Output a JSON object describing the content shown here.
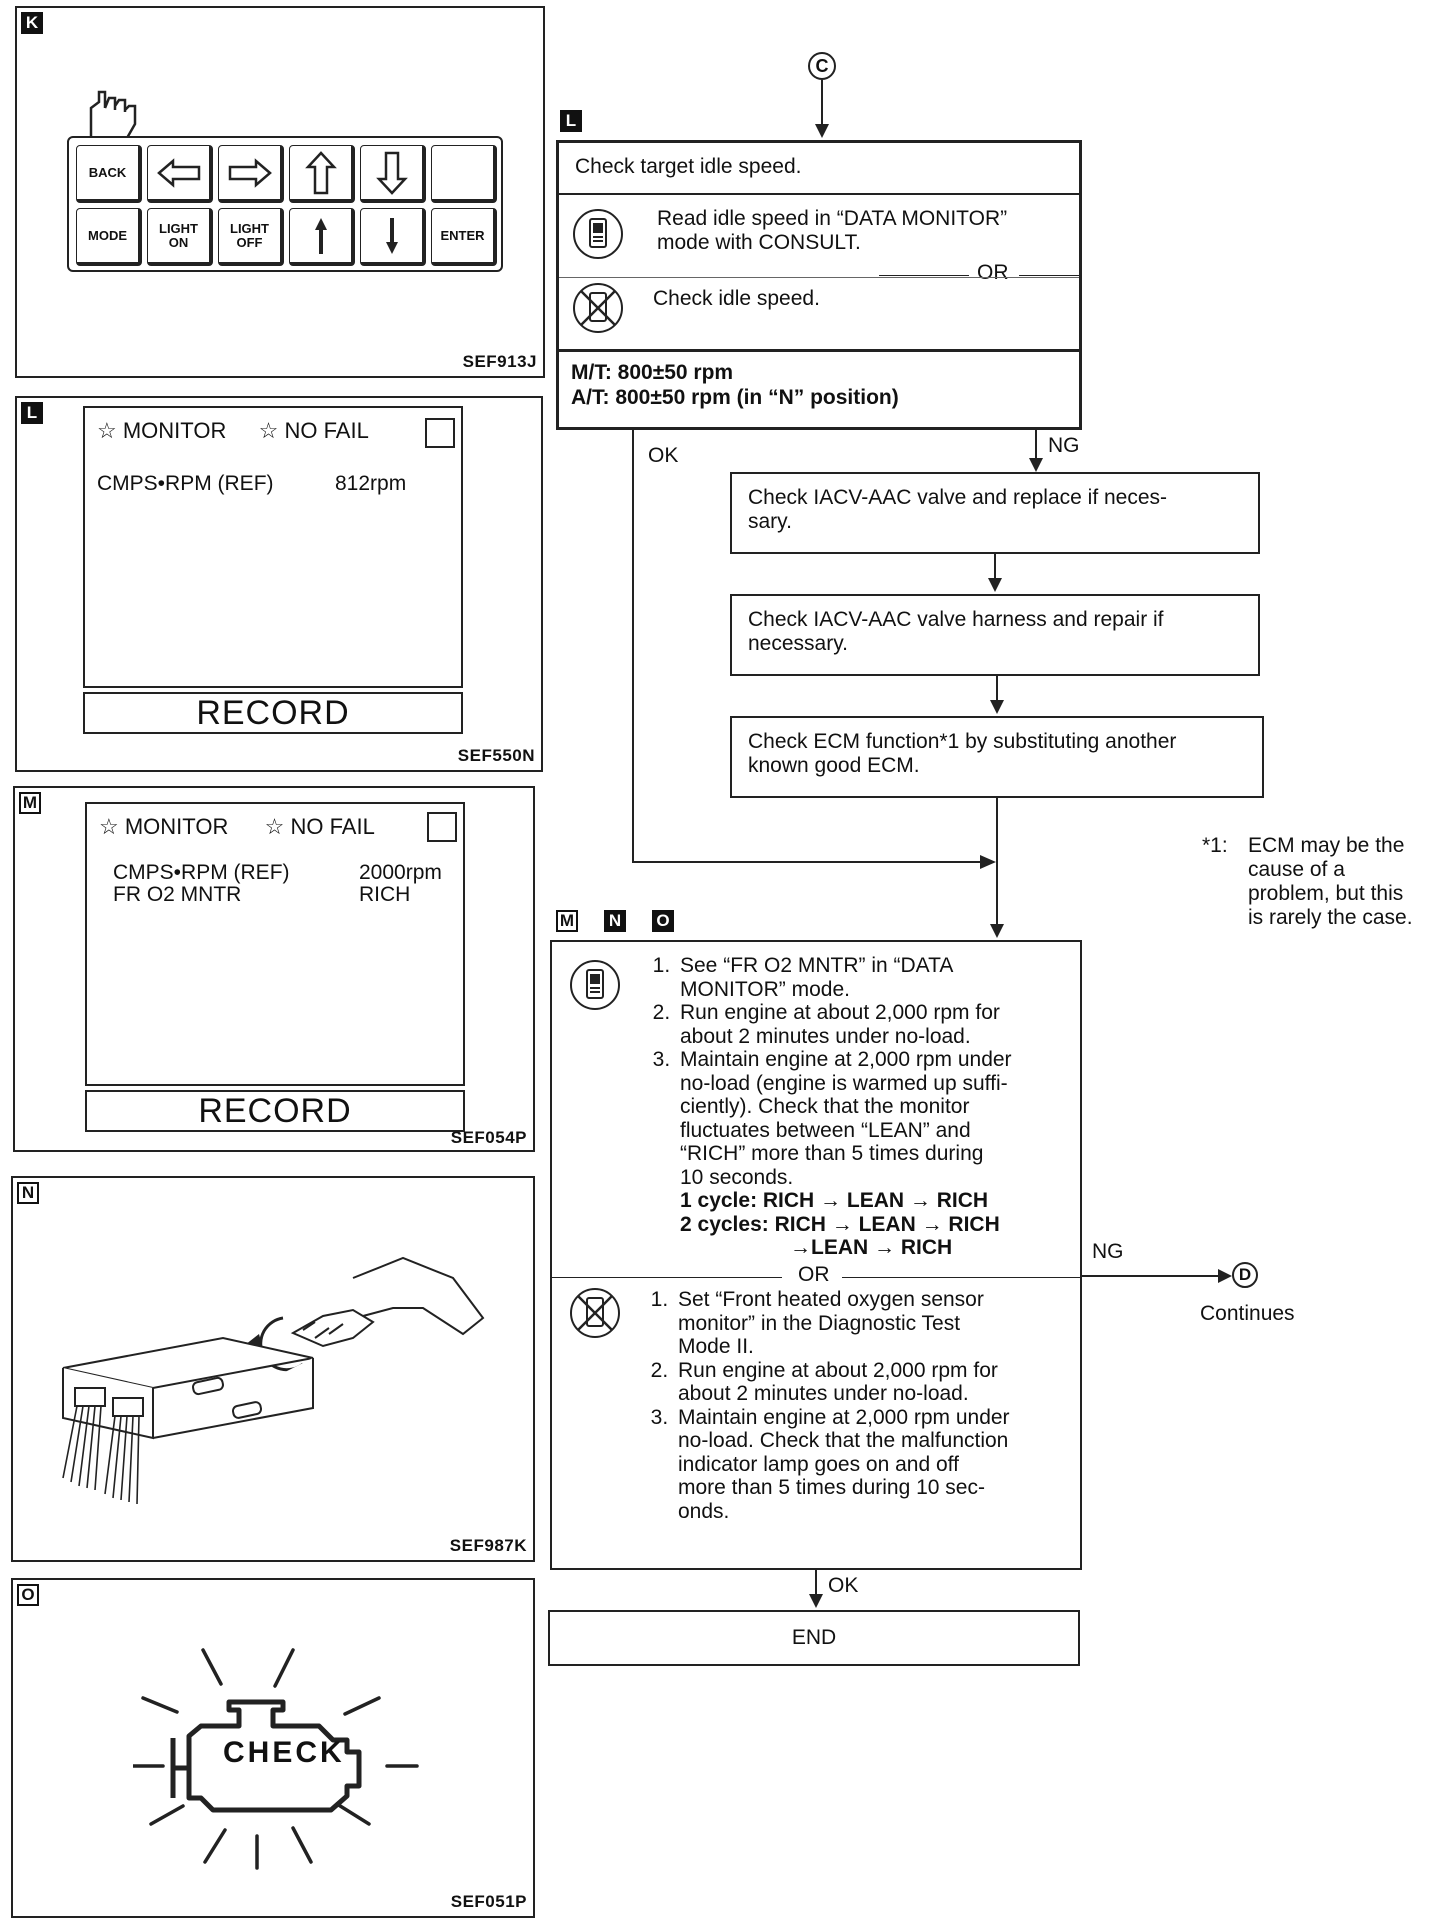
{
  "panels": {
    "k": {
      "tag": "K",
      "code": "SEF913J",
      "keys": {
        "back": "BACK",
        "mode": "MODE",
        "light_on": [
          "LIGHT",
          "ON"
        ],
        "light_off": [
          "LIGHT",
          "OFF"
        ],
        "enter": "ENTER"
      }
    },
    "l": {
      "tag": "L",
      "code": "SEF550N",
      "star": "☆",
      "monitor": "MONITOR",
      "no_fail": "NO FAIL",
      "rows": [
        {
          "label": "CMPS•RPM (REF)",
          "value": "812rpm"
        }
      ],
      "record": "RECORD"
    },
    "m": {
      "tag": "M",
      "code": "SEF054P",
      "star": "☆",
      "monitor": "MONITOR",
      "no_fail": "NO FAIL",
      "rows": [
        {
          "label": "CMPS•RPM (REF)",
          "value": "2000rpm"
        },
        {
          "label": "FR O2 MNTR",
          "value": "RICH"
        }
      ],
      "record": "RECORD"
    },
    "n": {
      "tag": "N",
      "code": "SEF987K"
    },
    "o": {
      "tag": "O",
      "code": "SEF051P",
      "lamp_text": "CHECK"
    }
  },
  "flow": {
    "connector_in": "C",
    "connector_out": "D",
    "step_l": {
      "tag": "L",
      "title": "Check target idle speed.",
      "consult_text": [
        "Read idle speed in “DATA MONITOR”",
        "mode with CONSULT."
      ],
      "or": "OR",
      "manual_text": "Check idle speed.",
      "spec_mt": "M/T: 800±50 rpm",
      "spec_at": "A/T: 800±50 rpm (in “N” position)"
    },
    "ok": "OK",
    "ng": "NG",
    "ng_boxes": [
      [
        "Check IACV-AAC valve and replace if neces-",
        "sary."
      ],
      [
        "Check IACV-AAC valve harness and repair if",
        "necessary."
      ],
      [
        "Check ECM function*1 by substituting another",
        "known good ECM."
      ]
    ],
    "footnote": [
      "*1:",
      "ECM may be the",
      "cause of a",
      "problem, but this",
      "is rarely the case."
    ],
    "step_mno": {
      "tags": [
        "M",
        "N",
        "O"
      ],
      "consult_steps": [
        [
          "See “FR O2 MNTR” in “DATA",
          "MONITOR” mode."
        ],
        [
          "Run engine at about 2,000 rpm for",
          "about 2 minutes under no-load."
        ],
        [
          "Maintain engine at 2,000 rpm under",
          "no-load (engine is warmed up suffi-",
          "ciently). Check that the monitor",
          "fluctuates between “LEAN” and",
          "“RICH” more than 5 times during",
          "10 seconds."
        ]
      ],
      "cycle1": "1 cycle: RICH → LEAN → RICH",
      "cycle2a": "2 cycles: RICH → LEAN → RICH",
      "cycle2b": "→LEAN → RICH",
      "or": "OR",
      "manual_steps": [
        [
          "Set “Front heated oxygen sensor",
          "monitor” in the Diagnostic Test",
          "Mode II."
        ],
        [
          "Run engine at about 2,000 rpm for",
          "about 2 minutes under no-load."
        ],
        [
          "Maintain engine at 2,000 rpm under",
          "no-load. Check that the malfunction",
          "indicator lamp goes on and off",
          "more than 5 times during 10 sec-",
          "onds."
        ]
      ]
    },
    "ng_continues": "Continues",
    "end": "END"
  }
}
